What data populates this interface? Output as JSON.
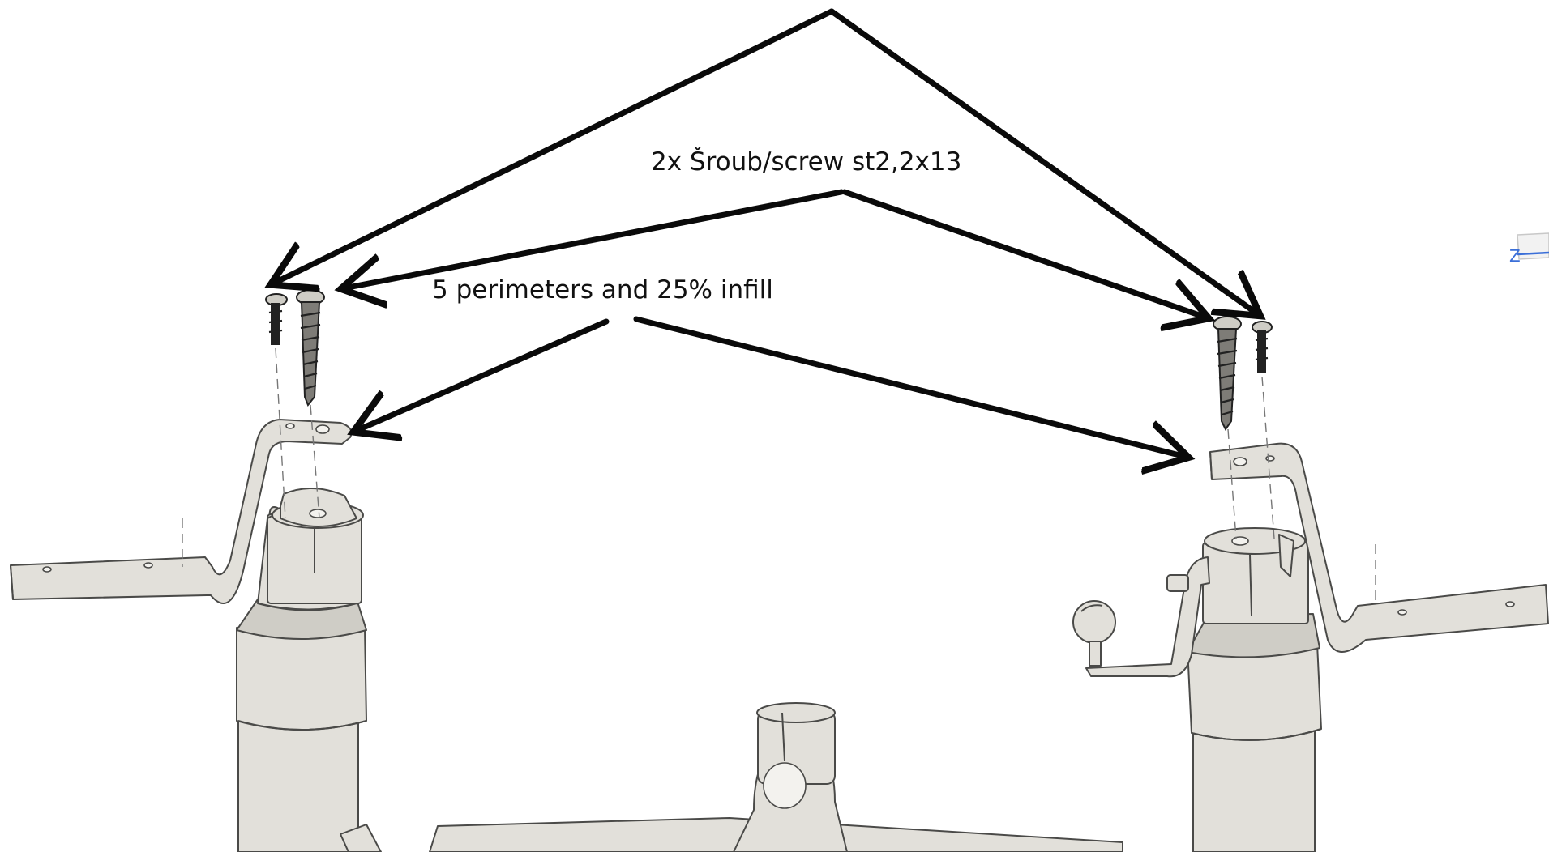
{
  "annotations": {
    "screws": "2x Šroub/screw st2,2x13",
    "print_settings": "5 perimeters and 25% infill"
  },
  "viewcube": {
    "axis_label": "Z"
  },
  "colors": {
    "part_fill": "#e2e0da",
    "part_edge": "#4a4a48",
    "arrow": "#0a0a0a",
    "axis": "#3b6fd8"
  }
}
